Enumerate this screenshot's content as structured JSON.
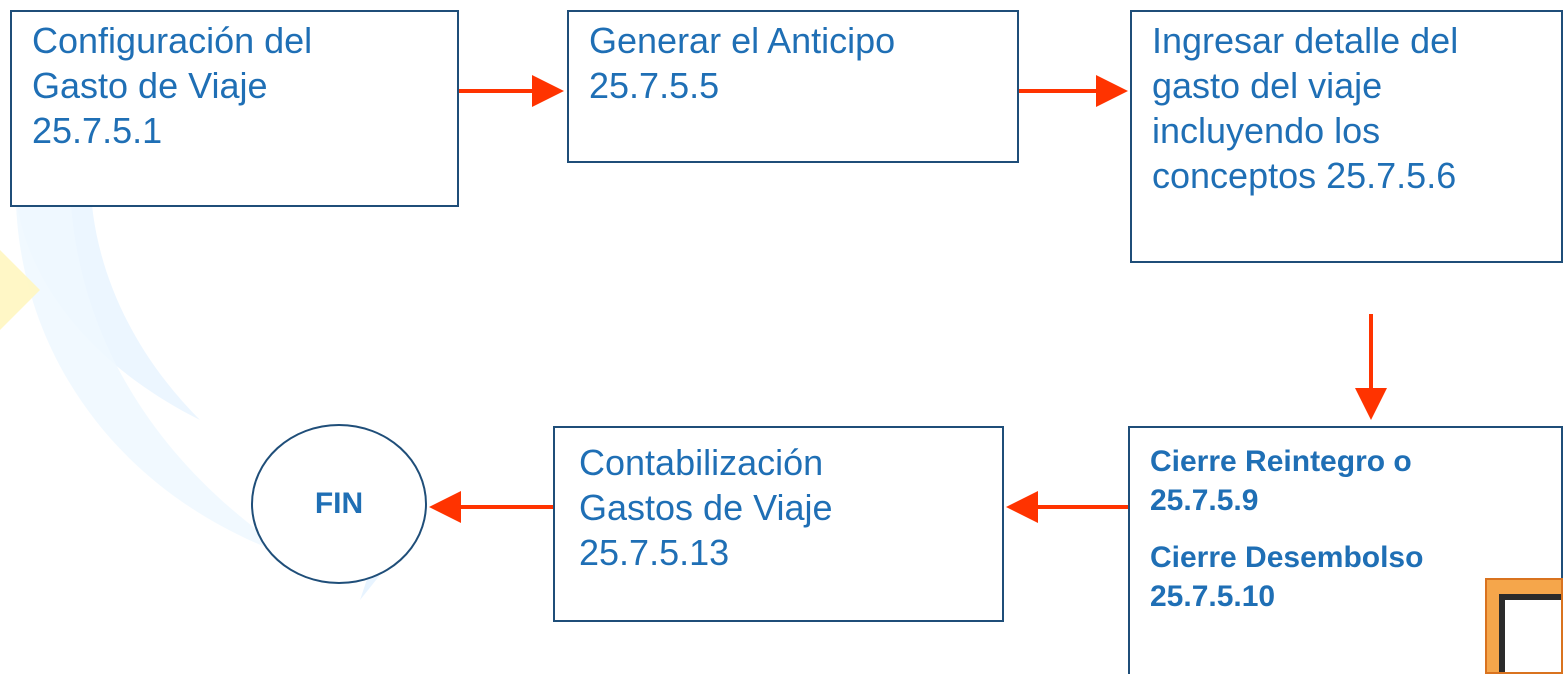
{
  "steps": {
    "config": {
      "lines": [
        "Configuración del",
        "Gasto de Viaje",
        "25.7.5.1"
      ]
    },
    "anticipo": {
      "lines": [
        "Generar el Anticipo",
        "25.7.5.5"
      ]
    },
    "detalle": {
      "lines": [
        "Ingresar detalle del",
        "gasto del viaje",
        "incluyendo los",
        "conceptos 25.7.5.6"
      ]
    },
    "cierre": {
      "paragraphs": [
        {
          "lines": [
            "Cierre Reintegro o",
            "25.7.5.9"
          ]
        },
        {
          "lines": [
            "Cierre Desembolso",
            "25.7.5.10"
          ]
        }
      ]
    },
    "contabilizacion": {
      "lines": [
        "Contabilización",
        "Gastos de Viaje",
        "25.7.5.13"
      ]
    }
  },
  "end": {
    "label": "FIN"
  },
  "colors": {
    "box_border": "#1f4e79",
    "text": "#1f6fb5",
    "arrow": "#ff3300",
    "background_swoosh": "#e6f3ff",
    "logo": "#f5a64b"
  },
  "icons": {
    "corner_logo": "logo-icon"
  }
}
